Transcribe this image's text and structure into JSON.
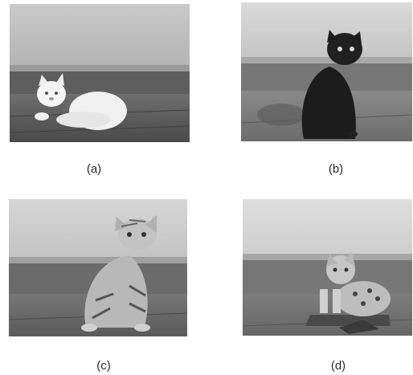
{
  "panels": [
    {
      "id": "a",
      "caption": "(a)",
      "subject": "white-cat-figurine-lying"
    },
    {
      "id": "b",
      "caption": "(b)",
      "subject": "black-cat-figurine-sitting"
    },
    {
      "id": "c",
      "caption": "(c)",
      "subject": "striped-cat-figurine-sitting"
    },
    {
      "id": "d",
      "caption": "(d)",
      "subject": "spotted-cat-figurine-on-shoe"
    }
  ]
}
